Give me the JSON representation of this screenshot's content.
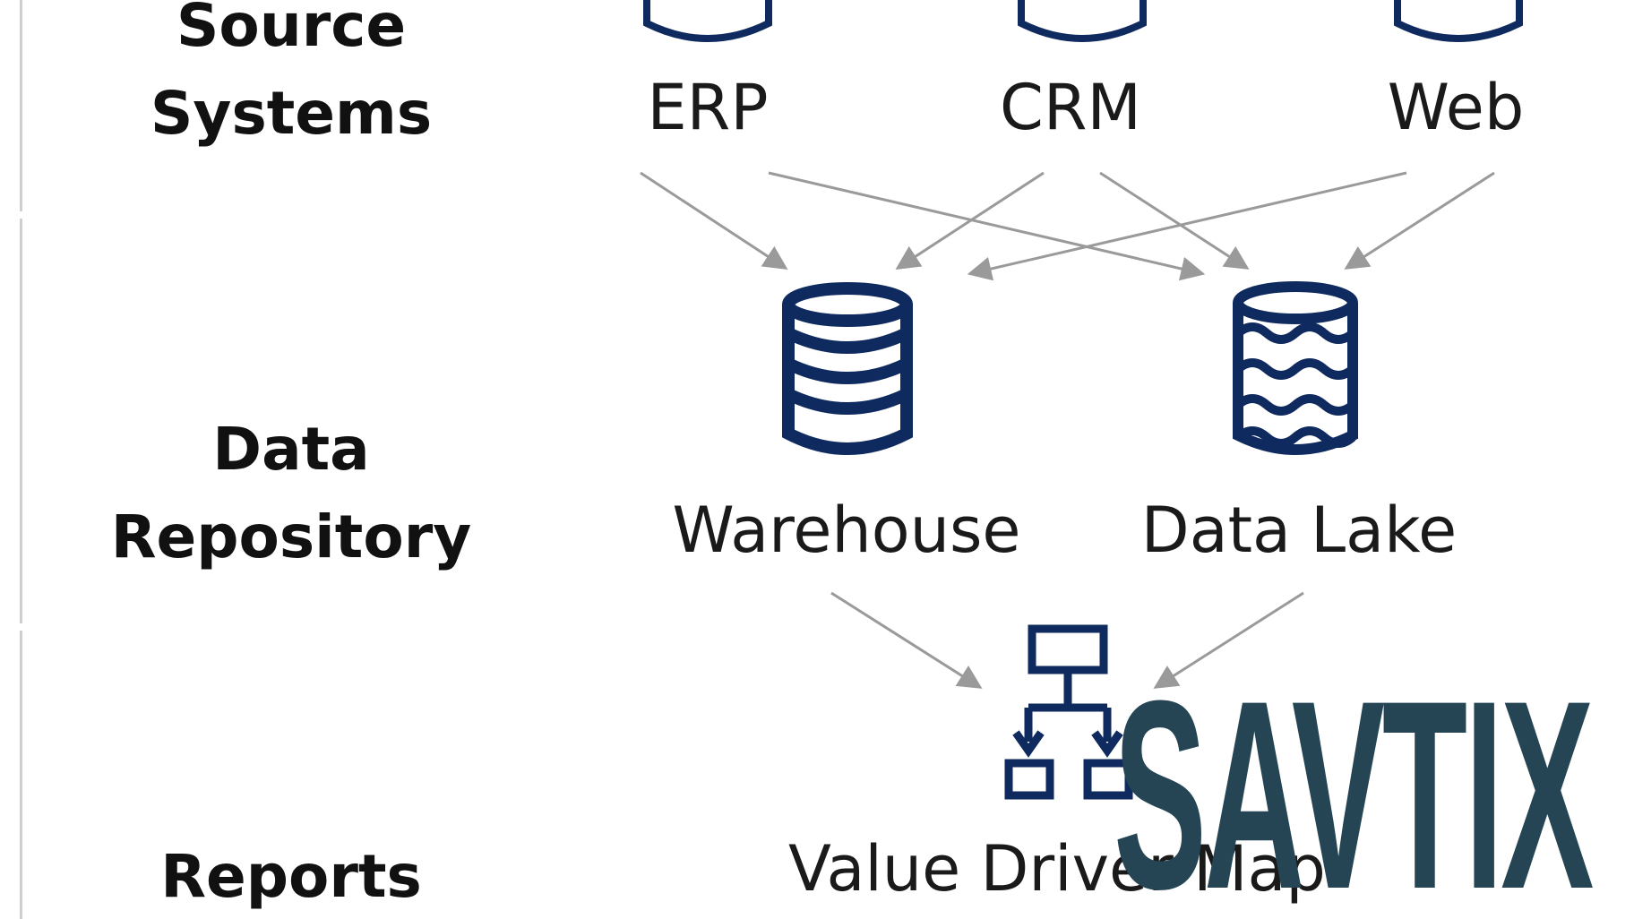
{
  "rows": {
    "source_systems": {
      "line1": "Source",
      "line2": "Systems"
    },
    "data_repository": {
      "line1": "Data",
      "line2": "Repository"
    },
    "reports": {
      "line1": "Reports"
    }
  },
  "nodes": {
    "erp": "ERP",
    "crm": "CRM",
    "web": "Web",
    "warehouse": "Warehouse",
    "data_lake": "Data Lake",
    "value_driver_map": "Value Driver Map"
  },
  "watermark": "SAVTIX",
  "colors": {
    "icon_navy": "#0f2a5e",
    "arrow_gray": "#9a9a9a",
    "watermark": "#254554",
    "label_text": "#1a1a1a"
  },
  "icons": {
    "source_system": "database-icon",
    "warehouse": "database-stack-icon",
    "data_lake": "data-lake-icon",
    "report": "hierarchy-chart-icon"
  }
}
